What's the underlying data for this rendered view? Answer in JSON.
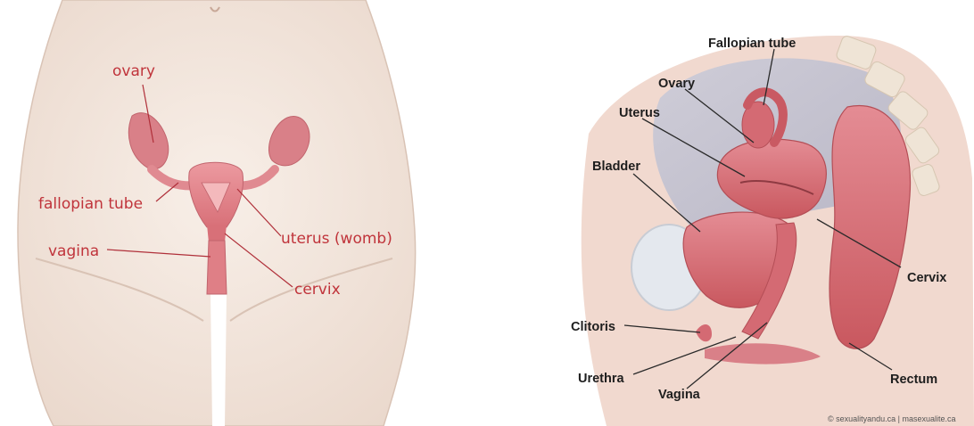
{
  "front_view": {
    "labels": {
      "ovary": "ovary",
      "fallopian_tube": "fallopian tube",
      "vagina": "vagina",
      "uterus": "uterus (womb)",
      "cervix": "cervix"
    },
    "colors": {
      "label": "#c0343b",
      "organ": "#e0868c",
      "skin": "#f3e7de"
    }
  },
  "side_view": {
    "labels": {
      "fallopian_tube": "Fallopian tube",
      "ovary": "Ovary",
      "uterus": "Uterus",
      "bladder": "Bladder",
      "cervix": "Cervix",
      "clitoris": "Clitoris",
      "urethra": "Urethra",
      "vagina": "Vagina",
      "rectum": "Rectum"
    },
    "credit": "© sexualityandu.ca | masexualite.ca",
    "colors": {
      "label": "#1e1e1e",
      "organ": "#d8707a",
      "skin": "#f1d9cf"
    }
  }
}
